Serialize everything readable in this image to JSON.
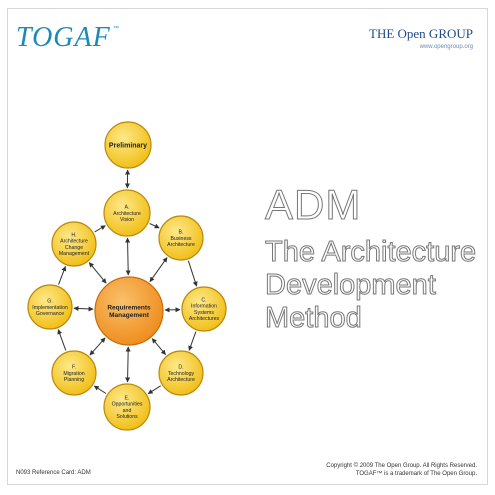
{
  "header": {
    "logo_text": "TOGAF",
    "logo_tm": "™",
    "brand": "THE Open GROUP",
    "brand_url": "www.opengroup.org"
  },
  "diagram": {
    "nodes": [
      {
        "id": "preliminary",
        "lines": [
          "Preliminary"
        ]
      },
      {
        "id": "a",
        "lines": [
          "A.",
          "Architecture",
          "Vision"
        ]
      },
      {
        "id": "b",
        "lines": [
          "B.",
          "Business",
          "Architecture"
        ]
      },
      {
        "id": "c",
        "lines": [
          "C.",
          "Information",
          "Systems",
          "Architectures"
        ]
      },
      {
        "id": "d",
        "lines": [
          "D.",
          "Technology",
          "Architecture"
        ]
      },
      {
        "id": "e",
        "lines": [
          "E.",
          "Opportunities",
          "and",
          "Solutions"
        ]
      },
      {
        "id": "f",
        "lines": [
          "F.",
          "Migration",
          "Planning"
        ]
      },
      {
        "id": "g",
        "lines": [
          "G.",
          "Implementation",
          "Governance"
        ]
      },
      {
        "id": "h",
        "lines": [
          "H.",
          "Architecture",
          "Change",
          "Management"
        ]
      },
      {
        "id": "rm",
        "lines": [
          "Requirements",
          "Management"
        ]
      }
    ],
    "colors": {
      "node_fill": "#f6c81b",
      "node_stroke": "#b98a0c",
      "center_fill": "#f29a21",
      "center_stroke": "#c56d0e",
      "arrow": "#333333"
    }
  },
  "title": {
    "main": "ADM",
    "sub_lines": [
      "The Architecture",
      "Development",
      "Method"
    ]
  },
  "footer": {
    "reference": "N093 Reference Card: ADM",
    "copyright_lines": [
      "Copyright © 2009 The Open Group. All Rights Reserved.",
      "TOGAF™ is a trademark of The Open Group."
    ]
  }
}
